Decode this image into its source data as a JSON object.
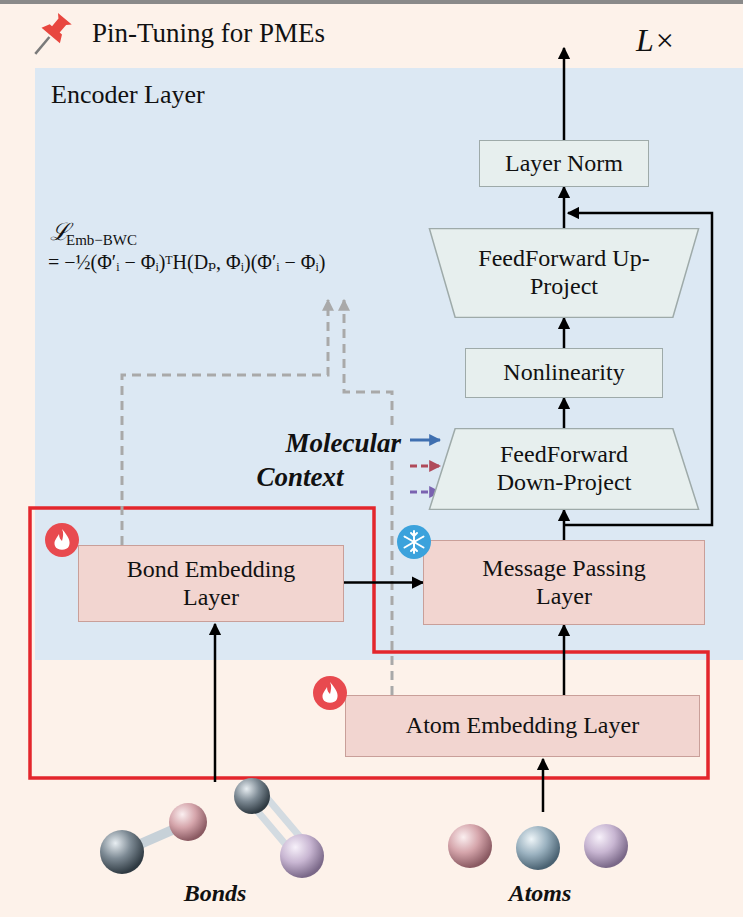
{
  "diagram": {
    "title": "Pin-Tuning for PMEs",
    "nodes": [
      {
        "text": [
          "Encoder Layer"
        ]
      },
      {
        "text": [
          "Layer Norm"
        ],
        "in": 0
      },
      {
        "text": [
          "FeedForward Up-Project"
        ],
        "in": 0
      },
      {
        "text": [
          "Nonlinearity"
        ],
        "in": 0
      },
      {
        "text": [
          "FeedForward Down-Project"
        ],
        "in": 0
      },
      {
        "text": [
          "Bond Embedding Layer"
        ],
        "in": 0
      },
      {
        "text": [
          "Message Passing Layer"
        ],
        "in": 0
      },
      {
        "text": [
          "Atom Embedding Layer"
        ]
      }
    ],
    "edges": [
      {
        "from": 7,
        "to": 6,
        "arrow": "to"
      },
      {
        "from": 5,
        "to": 6,
        "arrow": "to"
      },
      {
        "from": 6,
        "to": 4,
        "arrow": "to"
      },
      {
        "from": 4,
        "to": 3,
        "arrow": "to"
      },
      {
        "from": 3,
        "to": 2,
        "arrow": "to"
      },
      {
        "from": 2,
        "to": 1,
        "arrow": "to"
      }
    ],
    "labels": [
      "L×",
      "ℒ",
      "Emb−BWC",
      "= −½(Φ′ᵢ − Φᵢ)ᵀH(Dₚ, Φᵢ)(Φ′ᵢ − Φᵢ)",
      "Molecular",
      "Context",
      "Bonds",
      "Atoms"
    ]
  }
}
